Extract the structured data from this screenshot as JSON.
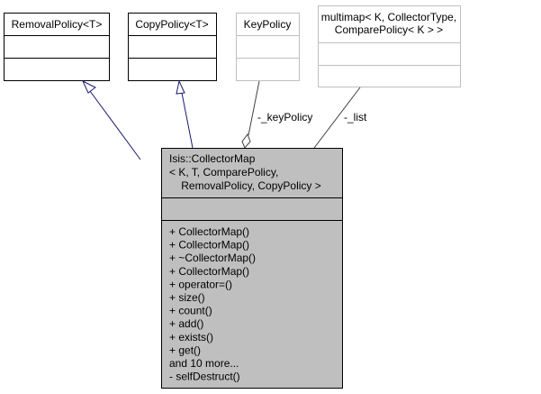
{
  "classes": {
    "removal_policy": {
      "name": "RemovalPolicy<T>"
    },
    "copy_policy": {
      "name": "CopyPolicy<T>"
    },
    "key_policy": {
      "name": "KeyPolicy"
    },
    "multimap": {
      "name_line1": "multimap< K, CollectorType,",
      "name_line2": "ComparePolicy< K > >"
    },
    "collector_map": {
      "name_line1": "Isis::CollectorMap",
      "name_line2": "< K, T, ComparePolicy,",
      "name_line3": "RemovalPolicy, CopyPolicy >",
      "methods": [
        "+ CollectorMap()",
        "+ CollectorMap()",
        "+ ~CollectorMap()",
        "+ CollectorMap()",
        "+ operator=()",
        "+ size()",
        "+ count()",
        "+ add()",
        "+ exists()",
        "+ get()",
        "and 10 more...",
        "- selfDestruct()"
      ]
    }
  },
  "edges": {
    "key_policy_label": "-_keyPolicy",
    "list_label": "-_list"
  },
  "colors": {
    "inherit": "#191970",
    "assoc": "#404040",
    "main_fill": "#bfbfbf",
    "gray_border": "#bfbfbf"
  }
}
